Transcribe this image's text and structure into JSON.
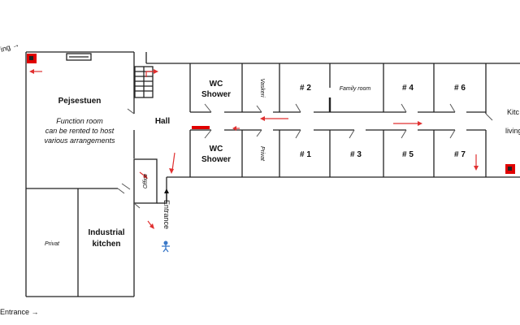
{
  "labels": {
    "exit_top_left": "ing →",
    "pejsestuen": "Pejsestuen",
    "function_line1": "Function room",
    "function_line2": "can be rented to host",
    "function_line3": "various arrangements",
    "hall": "Hall",
    "office": "Office",
    "privat_left": "Privat",
    "industrial_line1": "Industrial",
    "industrial_line2": "kitchen",
    "entrance_vertical": "Entrance",
    "entrance_bottom": "Entrance →",
    "wc1_line1": "WC",
    "wc1_line2": "Shower",
    "wc2_line1": "WC",
    "wc2_line2": "Shower",
    "vaskeri": "Vaskeri",
    "privat_mid": "Privat",
    "room2": "# 2",
    "family_room": "Family room",
    "room4": "# 4",
    "room6": "# 6",
    "room1": "# 1",
    "room3": "# 3",
    "room5": "# 5",
    "room7": "# 7",
    "kitchen_partial": "Kitc",
    "living_partial": "living"
  },
  "colors": {
    "walls": "#222222",
    "escape_arrows": "#e03030",
    "extinguisher": "#e00000",
    "person": "#3a78c8"
  },
  "icons": [
    "fire-extinguisher-icon",
    "person-icon",
    "escape-route-arrow-icon",
    "entrance-arrow-icon"
  ]
}
